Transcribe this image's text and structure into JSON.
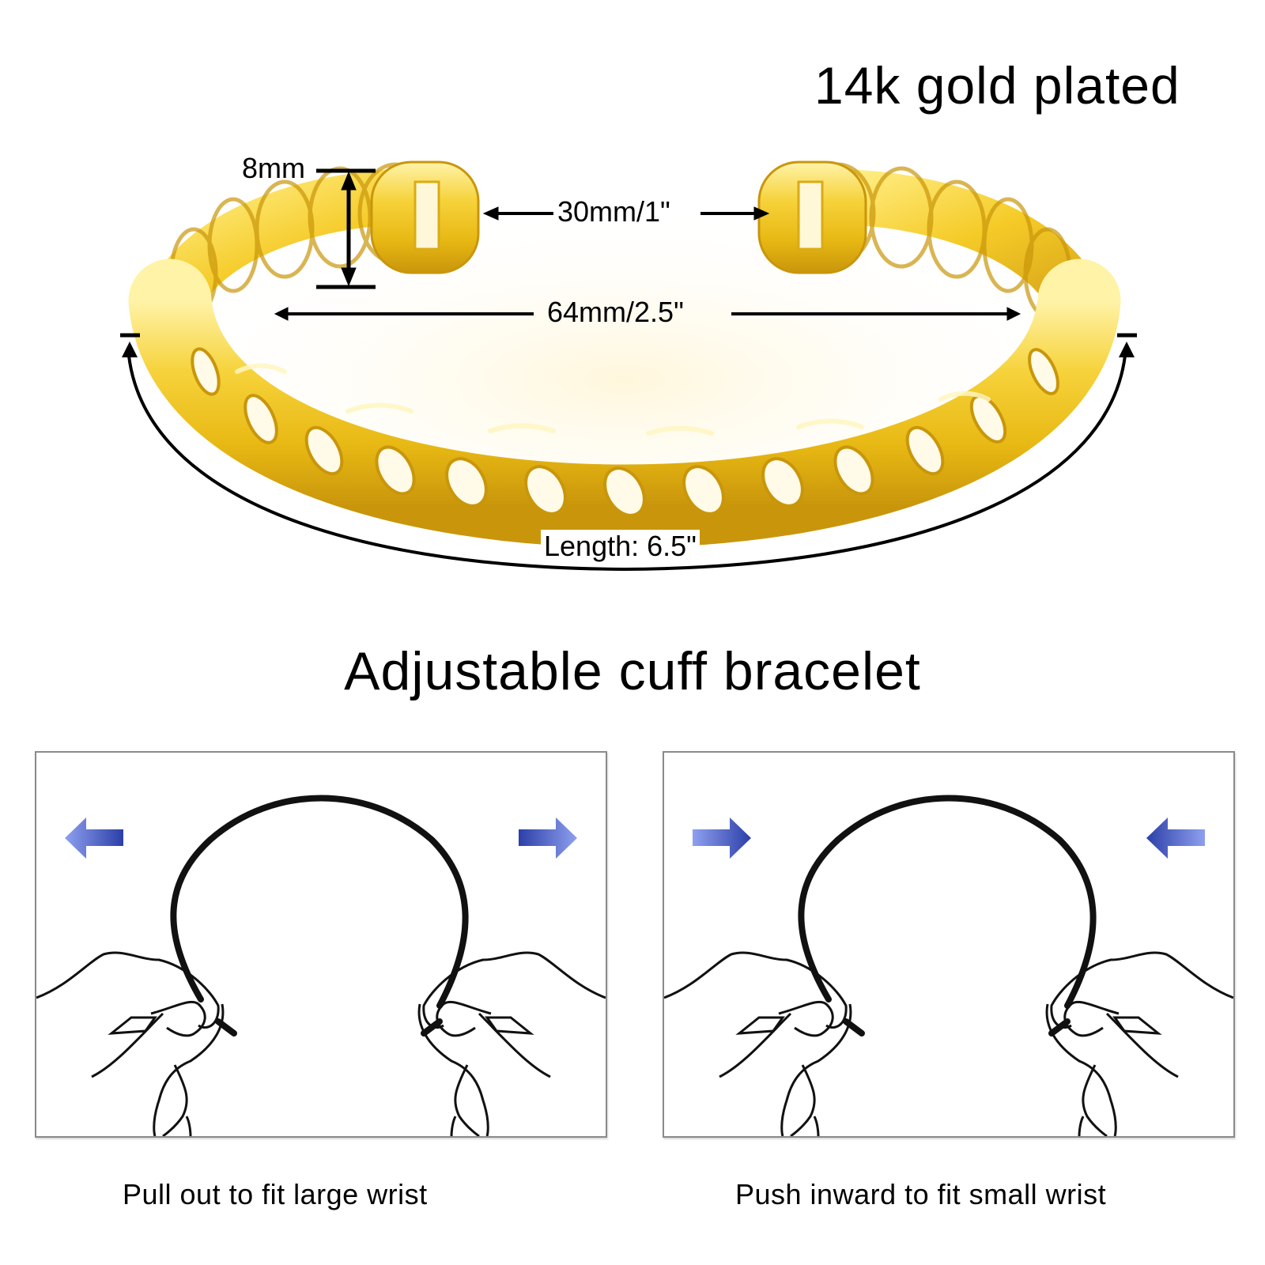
{
  "header": {
    "material_label": "14k gold plated"
  },
  "product": {
    "name": "Adjustable cuff bracelet",
    "colors": {
      "gold_light": "#fbe37a",
      "gold_mid": "#f2c81a",
      "gold_dark": "#c9960b",
      "arrow_blue": "#3b4fc4",
      "arrow_blue_light": "#7a8fe6"
    }
  },
  "dimensions": {
    "width_label": "8mm",
    "opening_label": "30mm/1\"",
    "inner_diameter_label": "64mm/2.5\"",
    "length_label": "Length: 6.5\""
  },
  "instructions": [
    {
      "caption": "Pull out to fit large wrist",
      "arrows": [
        "left-arrow",
        "right-arrow"
      ],
      "direction": "outward"
    },
    {
      "caption": "Push inward to fit small wrist",
      "arrows": [
        "right-arrow",
        "left-arrow"
      ],
      "direction": "inward"
    }
  ]
}
